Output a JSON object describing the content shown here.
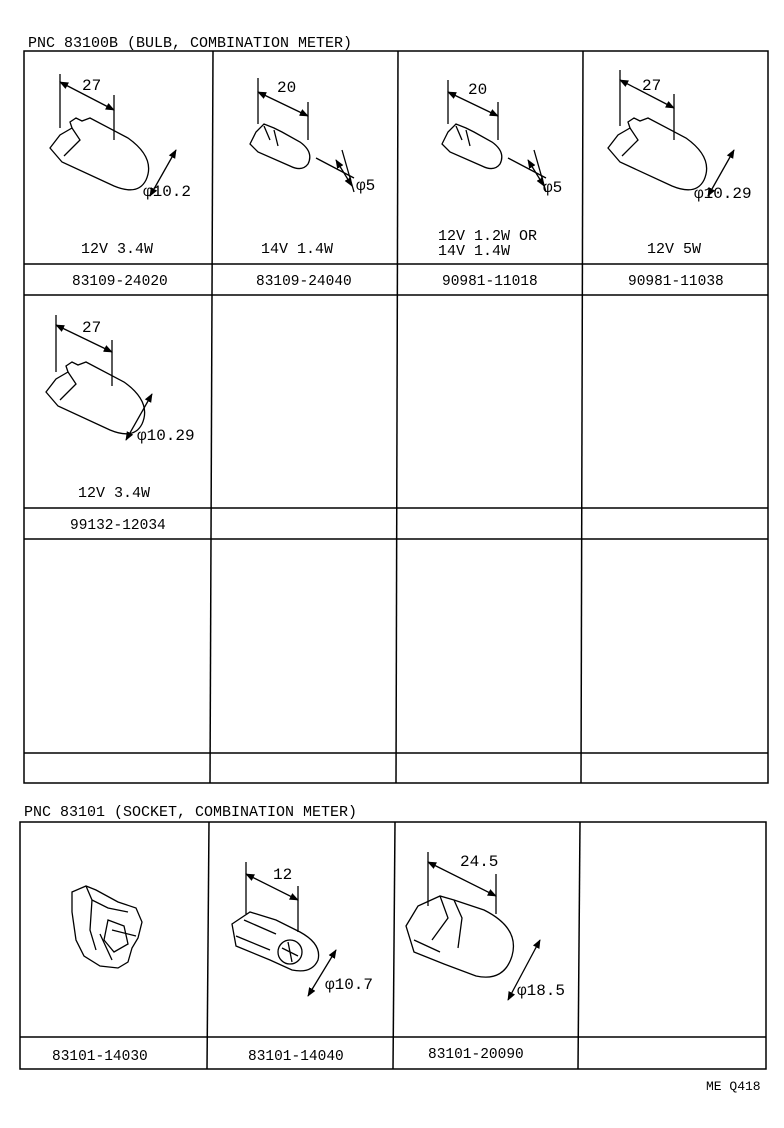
{
  "bulb_section": {
    "title": "PNC 83100B  (BULB, COMBINATION METER)",
    "cells": [
      {
        "length": "27",
        "diameter": "φ10.2",
        "spec": [
          "12V  3.4W"
        ],
        "part": "83109-24020"
      },
      {
        "length": "20",
        "diameter": "φ5",
        "spec": [
          "14V  1.4W"
        ],
        "part": "83109-24040"
      },
      {
        "length": "20",
        "diameter": "φ5",
        "spec": [
          "12V  1.2W  OR",
          "14V  1.4W"
        ],
        "part": "90981-11018"
      },
      {
        "length": "27",
        "diameter": "φ10.29",
        "spec": [
          "12V  5W"
        ],
        "part": "90981-11038"
      },
      {
        "length": "27",
        "diameter": "φ10.29",
        "spec": [
          "12V  3.4W"
        ],
        "part": "99132-12034"
      }
    ]
  },
  "socket_section": {
    "title": "PNC 83101 (SOCKET, COMBINATION METER)",
    "cells": [
      {
        "length": "",
        "diameter": "",
        "part": "83101-14030"
      },
      {
        "length": "12",
        "diameter": "φ10.7",
        "part": "83101-14040"
      },
      {
        "length": "24.5",
        "diameter": "φ18.5",
        "part": "83101-20090"
      }
    ]
  },
  "drawing_code": "ME Q418"
}
